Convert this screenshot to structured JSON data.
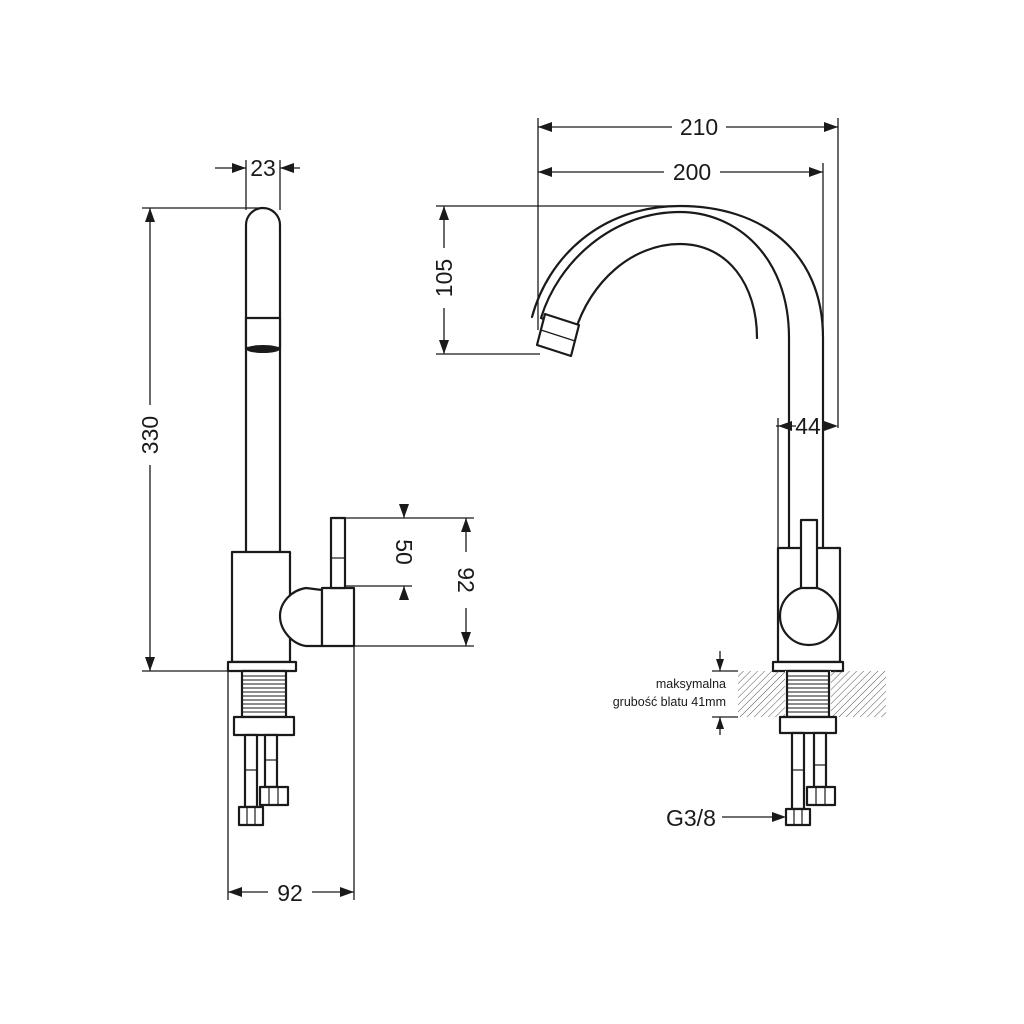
{
  "dimensions": {
    "side_top_width": "23",
    "side_height": "330",
    "side_handle_height": "50",
    "side_body_height": "92",
    "side_base_width": "92",
    "front_reach_total": "210",
    "front_reach_spout": "200",
    "front_spout_drop": "105",
    "front_body_width": "44"
  },
  "notes": {
    "max_thickness_line1": "maksymalna",
    "max_thickness_line2": "grubość blatu 41mm",
    "hose_thread": "G3/8"
  },
  "colors": {
    "line": "#1a1a1a",
    "background": "#ffffff",
    "countertop_hatch": "#555555"
  }
}
